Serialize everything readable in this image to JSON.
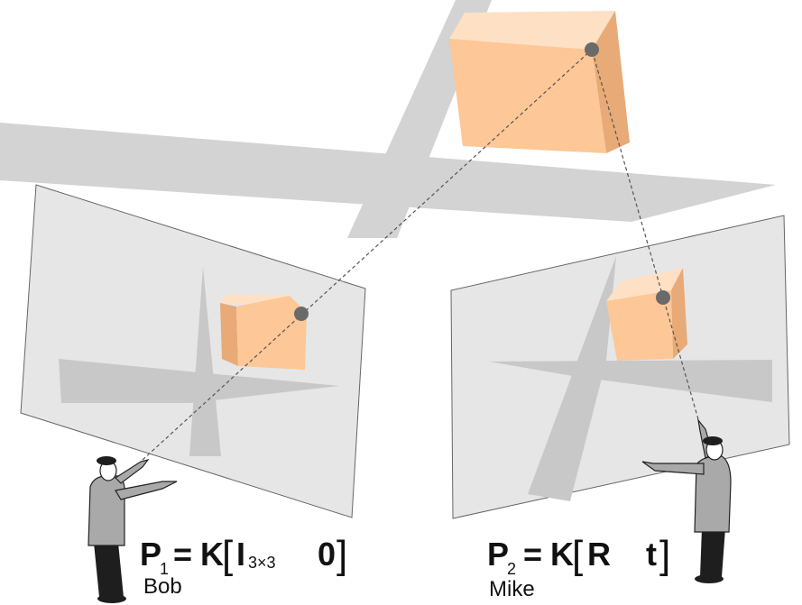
{
  "colors": {
    "plane": "#e6e6e6",
    "plane_edge": "#555555",
    "shadow": "#d3d3d3",
    "shadow_dark": "#bdbdbd",
    "box_front": "#fdc797",
    "box_top": "#fee0c5",
    "box_side": "#e8aa77",
    "dot": "#6a6a6a",
    "ray": "#555555",
    "person_shirt": "#a9a9a9",
    "person_dark": "#1e1e1e"
  },
  "cameras": [
    {
      "person": "Bob",
      "equation": {
        "lhs": "P",
        "lhs_sub": "1",
        "equals": "=",
        "k": "K",
        "open": "[",
        "i": "I",
        "i_sub": "3×3",
        "zero": "0",
        "close": "]"
      }
    },
    {
      "person": "Mike",
      "equation": {
        "lhs": "P",
        "lhs_sub": "2",
        "equals": "=",
        "k": "K",
        "open": "[",
        "r": "R",
        "t": "t",
        "close": "]"
      }
    }
  ]
}
